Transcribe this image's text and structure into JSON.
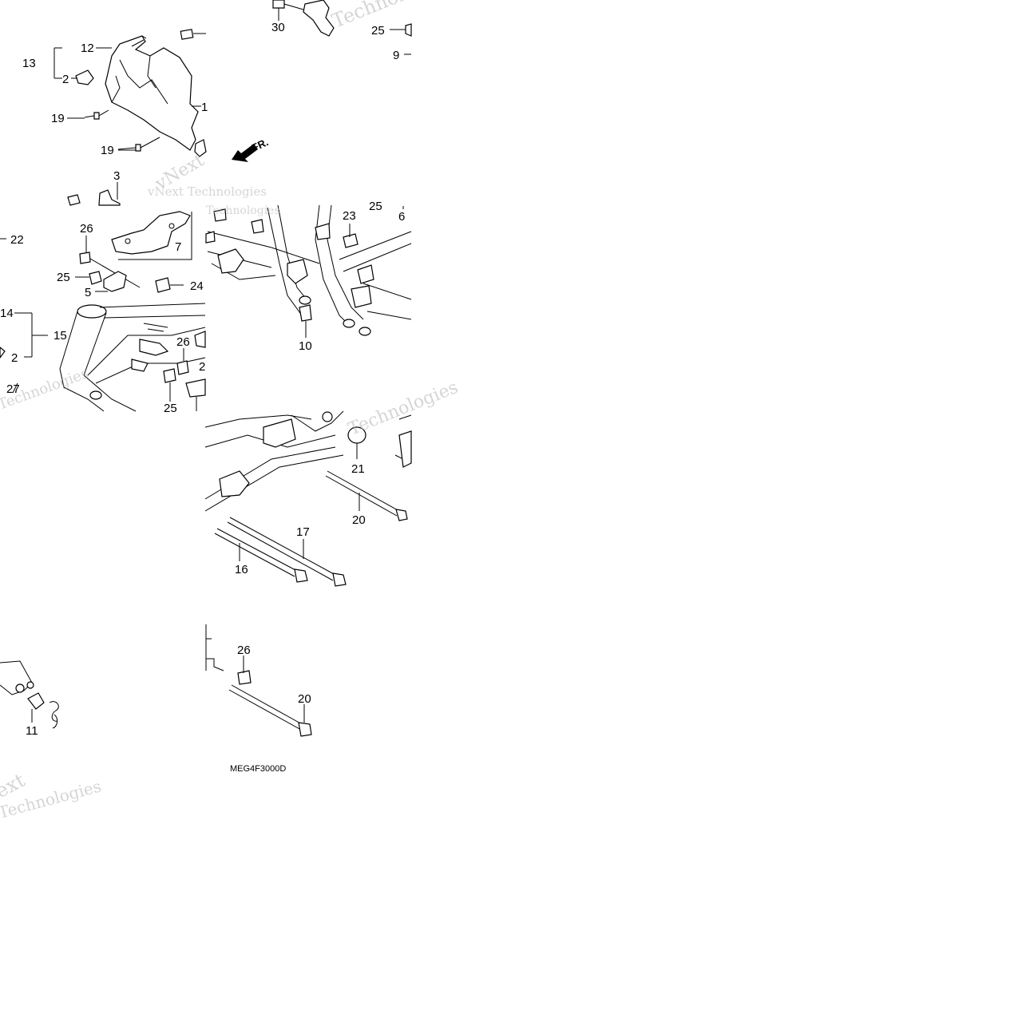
{
  "diagram": {
    "code": "MEG4F3000D",
    "direction_label": "FR.",
    "watermarks": [
      "Technologies",
      "vNext Technologies",
      "vNext",
      "Technologies",
      "Technologies",
      "Technologies",
      "ext",
      "Technologies"
    ],
    "callouts": [
      "30",
      "25",
      "9",
      "12",
      "13",
      "2",
      "1",
      "19",
      "19",
      "3",
      "23",
      "25",
      "6",
      "26",
      "7",
      "22",
      "25",
      "5",
      "24",
      "14",
      "15",
      "2",
      "26",
      "2",
      "27",
      "25",
      "10",
      "21",
      "20",
      "17",
      "16",
      "26",
      "20",
      "11"
    ]
  }
}
